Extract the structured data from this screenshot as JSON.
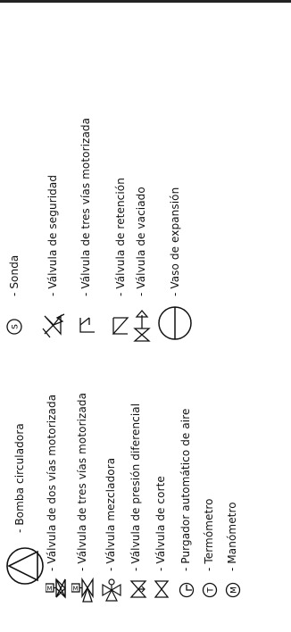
{
  "legend": {
    "left_column": [
      {
        "icon": "circulator-pump-icon",
        "label": "- Bomba circuladora"
      },
      {
        "icon": "two-way-motorized-valve-icon",
        "label": "- Válvula de dos vías motorizada"
      },
      {
        "icon": "three-way-motorized-valve-icon",
        "label": "- Válvula de tres vías motorizada"
      },
      {
        "icon": "mixing-valve-icon",
        "label": "- Válvula mezcladora"
      },
      {
        "icon": "differential-pressure-valve-icon",
        "label": "- Válvula de presión diferencial"
      },
      {
        "icon": "shut-off-valve-icon",
        "label": "- Válvula de corte"
      },
      {
        "icon": "automatic-air-vent-icon",
        "label": "- Purgador automático de aire"
      },
      {
        "icon": "thermometer-icon",
        "label": "- Termómetro",
        "symbol_letter": "T"
      },
      {
        "icon": "pressure-gauge-icon",
        "label": "- Manómetro",
        "symbol_letter": "M"
      }
    ],
    "right_column": [
      {
        "icon": "probe-icon",
        "label": "- Sonda",
        "symbol_letter": "S"
      },
      {
        "icon": "safety-valve-icon",
        "label": "- Válvula de seguridad"
      },
      {
        "icon": "three-way-motorized-valve-alt-icon",
        "label": "- Válvula de tres vías motorizada"
      },
      {
        "icon": "check-valve-icon",
        "label": "- Válvula de retención"
      },
      {
        "icon": "drain-valve-icon",
        "label": "- Válvula de vaciado"
      },
      {
        "icon": "expansion-vessel-icon",
        "label": "- Vaso de expansión"
      }
    ]
  }
}
